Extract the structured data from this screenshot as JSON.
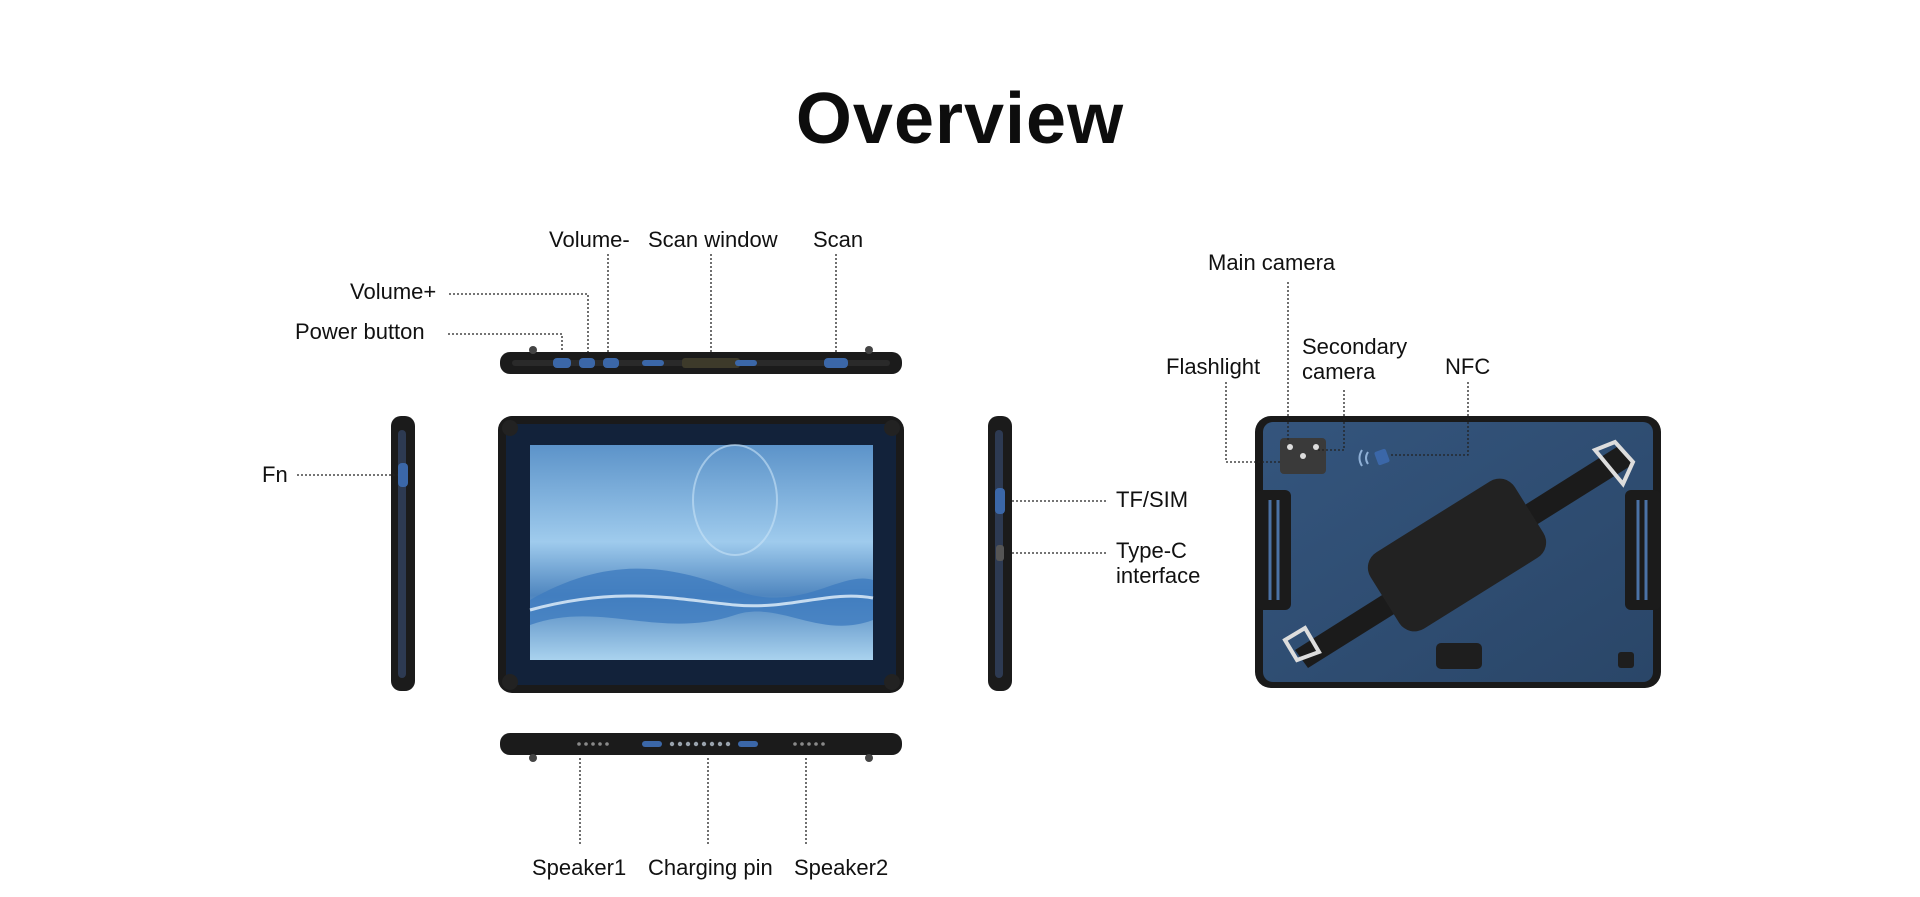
{
  "title": "Overview",
  "labels": {
    "volume_minus": "Volume-",
    "scan_window": "Scan window",
    "scan": "Scan",
    "volume_plus": "Volume+",
    "power_button": "Power button",
    "fn": "Fn",
    "tf_sim": "TF/SIM",
    "type_c_line1": "Type-C",
    "type_c_line2": "interface",
    "speaker1": "Speaker1",
    "charging_pin": "Charging pin",
    "speaker2": "Speaker2",
    "main_camera": "Main camera",
    "flashlight": "Flashlight",
    "secondary_camera_line1": "Secondary",
    "secondary_camera_line2": "camera",
    "nfc": "NFC"
  },
  "colors": {
    "body_black": "#1a1a1a",
    "back_blue": "#2f4e72",
    "button_blue": "#3b67a8",
    "screen_sky": "#8fc0e6",
    "leader_line": "#222222"
  }
}
